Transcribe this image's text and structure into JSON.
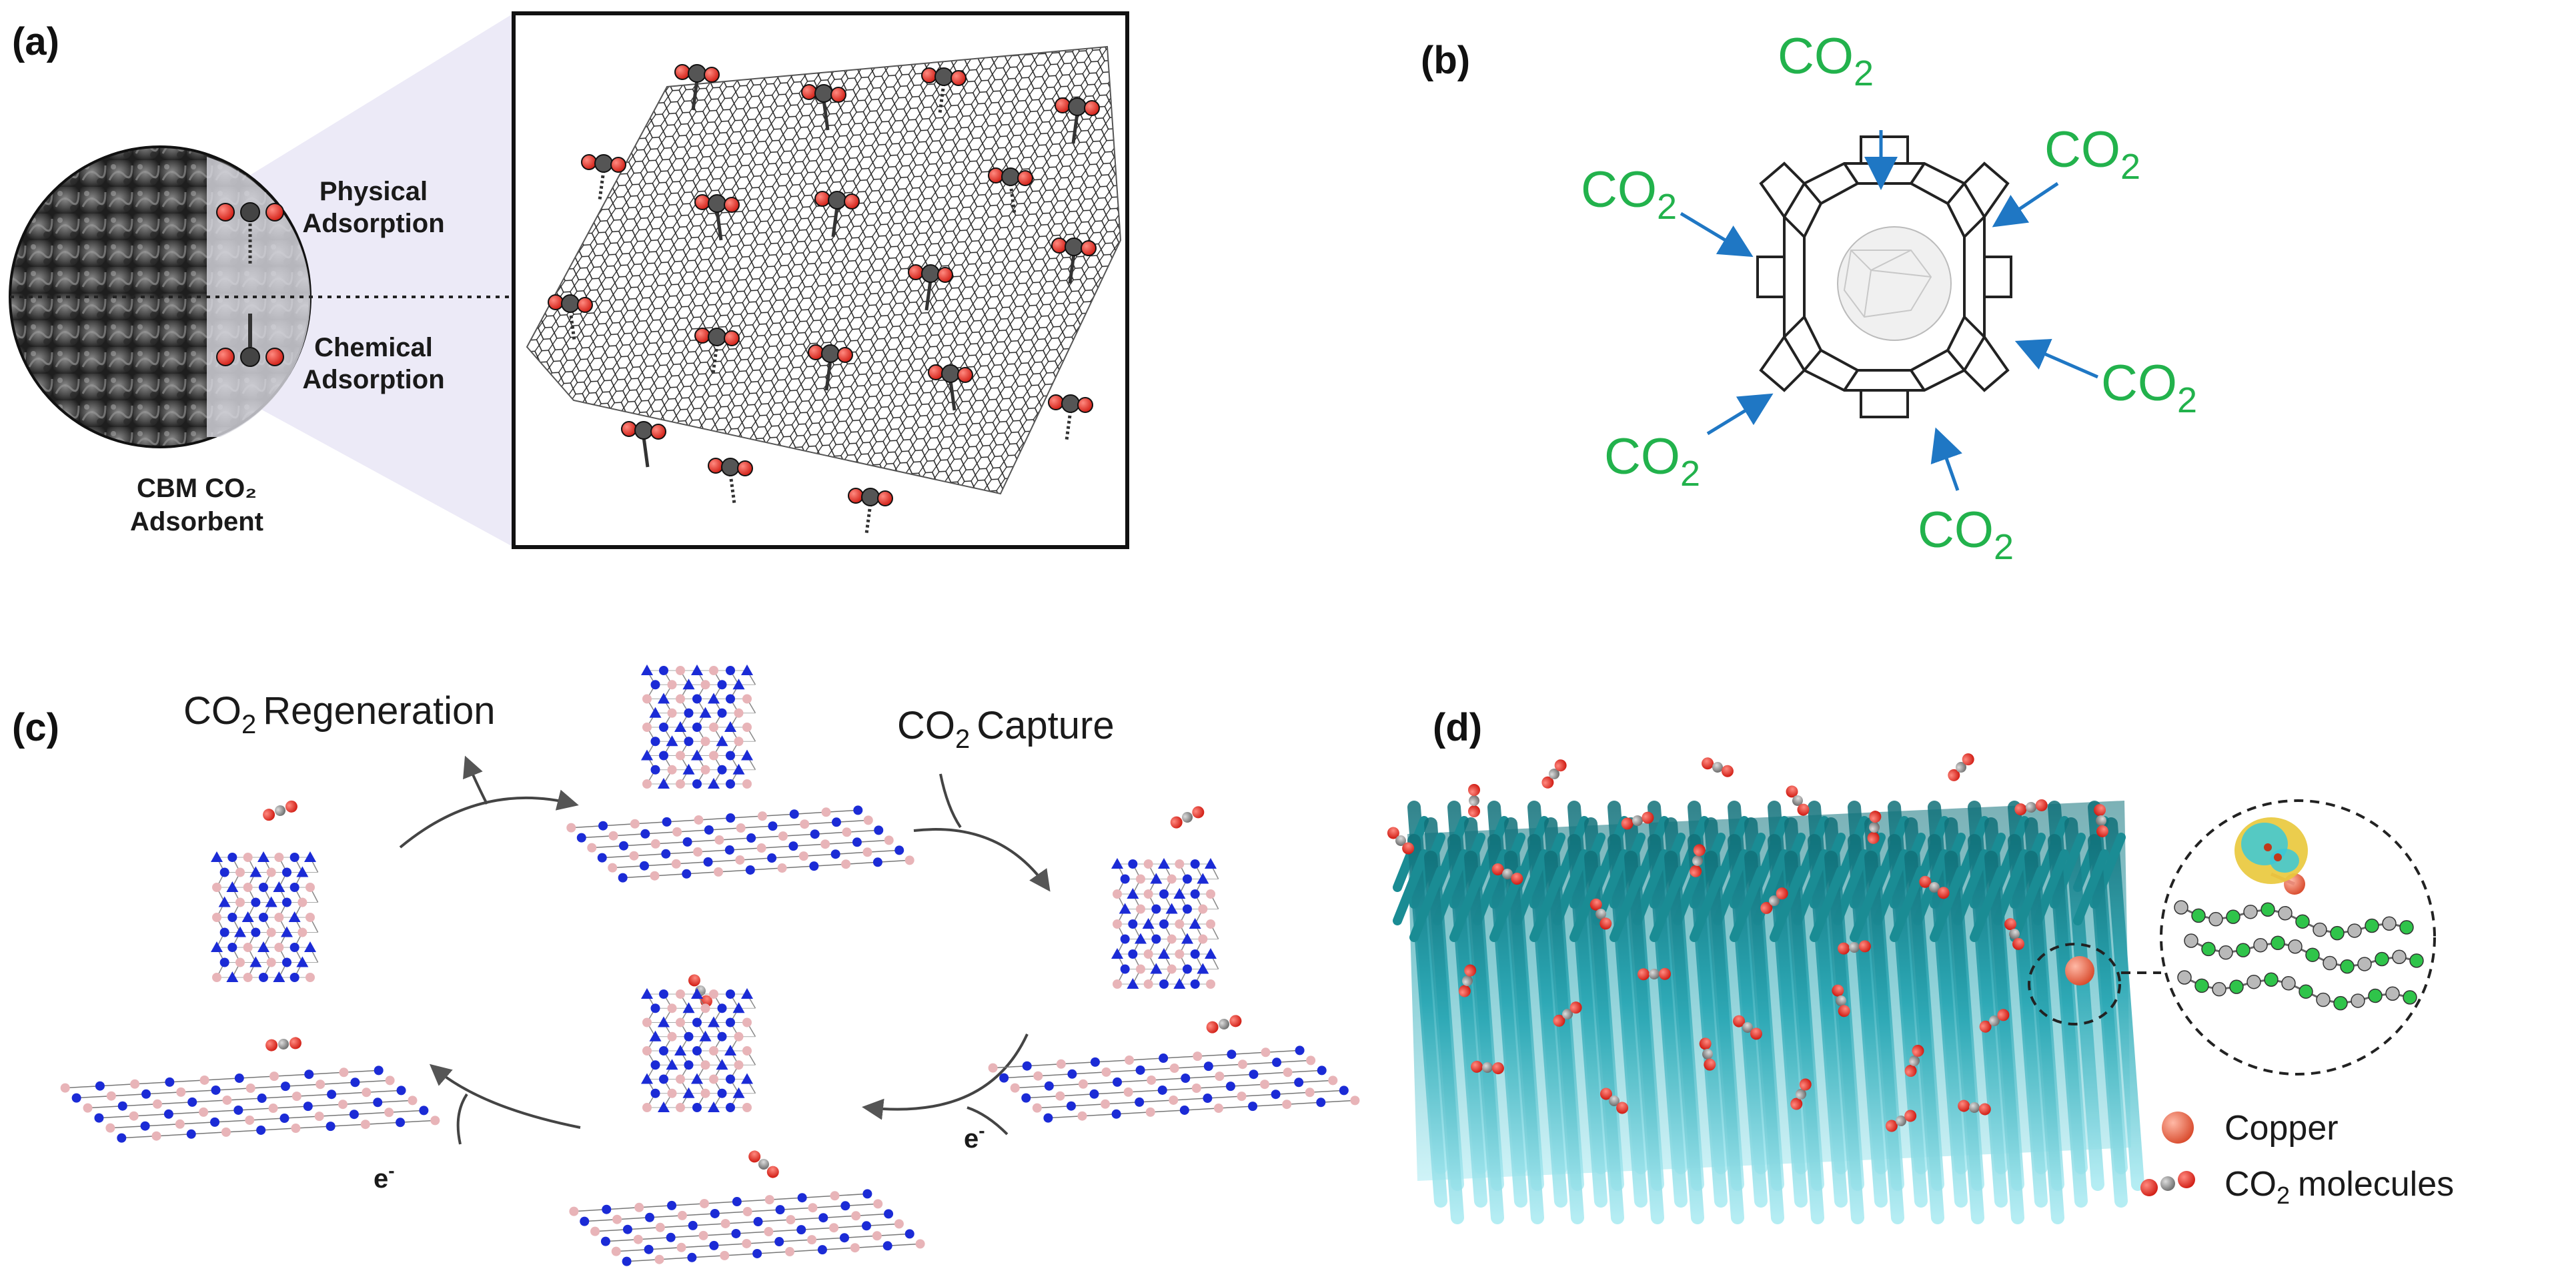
{
  "panels": {
    "a": {
      "label": "(a)",
      "physical": [
        "Physical",
        "Adsorption"
      ],
      "chemical": [
        "Chemical",
        "Adsorption"
      ],
      "adsorbent": [
        "CBM CO₂",
        "Adsorbent"
      ]
    },
    "b": {
      "label": "(b)",
      "co2": "CO",
      "sub": "2"
    },
    "c": {
      "label": "(c)",
      "regeneration_co": "CO",
      "regeneration_rest": "Regeneration",
      "capture_co": "CO",
      "capture_rest": "Capture",
      "sub": "2",
      "electron": "e",
      "minus": "-"
    },
    "d": {
      "label": "(d)",
      "legend_copper": "Copper",
      "legend_co2_co": "CO",
      "legend_co2_rest": "molecules",
      "sub": "2"
    }
  },
  "colors": {
    "co2_text": "#22b24c",
    "arrow_blue": "#1f77c4",
    "oxygen_red": "#e8352a",
    "carbon_gray": "#555555",
    "boron_pink": "#e8b4b8",
    "nitrogen_blue": "#1b2bd6",
    "teal": "#1a8c94",
    "teal_light": "#8fdfe8",
    "copper": "#e96a4d",
    "graphene_green": "#2fc44a"
  }
}
